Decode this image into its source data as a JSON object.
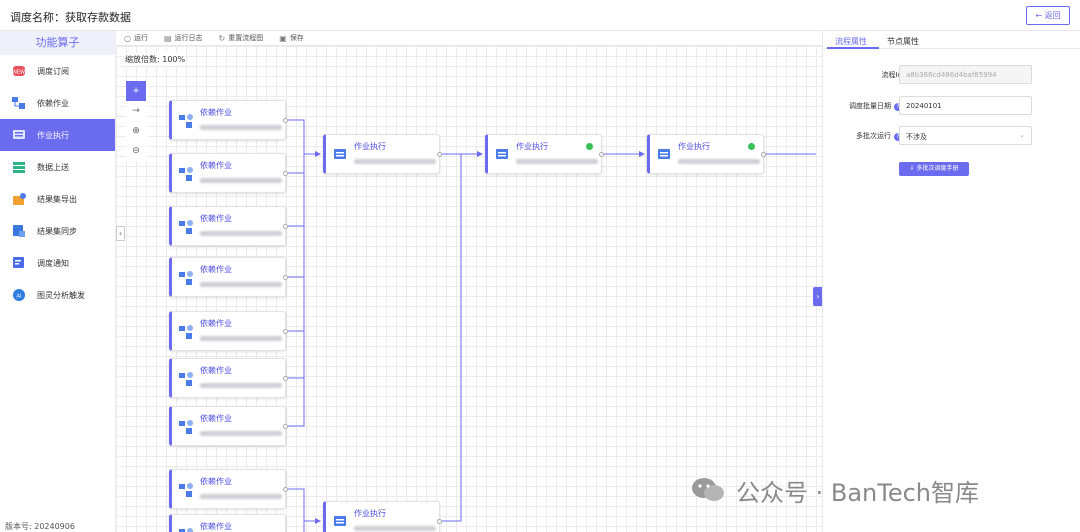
{
  "header": {
    "title": "调度名称：获取存款数据",
    "back_label": "← 返回"
  },
  "sidebar": {
    "heading": "功能算子",
    "items": [
      {
        "label": "调度订阅",
        "icon": "subscribe-icon",
        "color": "#e8505b"
      },
      {
        "label": "依赖作业",
        "icon": "dependency-icon",
        "color": "#4a7be8"
      },
      {
        "label": "作业执行",
        "icon": "job-run-icon",
        "color": "#4a7be8",
        "active": true
      },
      {
        "label": "数据上送",
        "icon": "data-upload-icon",
        "color": "#2fb38a"
      },
      {
        "label": "结果集导出",
        "icon": "export-icon",
        "color": "#f0a030"
      },
      {
        "label": "结果集同步",
        "icon": "sync-icon",
        "color": "#3a78e0"
      },
      {
        "label": "调度通知",
        "icon": "notify-icon",
        "color": "#4a6be8"
      },
      {
        "label": "图灵分析触发",
        "icon": "robot-icon",
        "color": "#2f7de0"
      }
    ],
    "version": "版本号: 20240906"
  },
  "toolbar": {
    "run": "运行",
    "log": "运行日志",
    "reset": "重置流程图",
    "save": "保存"
  },
  "canvas": {
    "zoom_label": "缩放倍数: 100%",
    "tools": [
      "+",
      "→",
      "⊕",
      "⊖"
    ]
  },
  "nodes": {
    "dep_title": "依赖作业",
    "run_title": "作业执行"
  },
  "right_panel": {
    "tabs": [
      "流程属性",
      "节点属性"
    ],
    "fields": {
      "flow_id_label": "流程Id",
      "flow_id_value": "a8b366cd486d4baf85994",
      "batch_date_label": "调度批量日期",
      "batch_date_value": "20240101",
      "multi_run_label": "多批次运行",
      "multi_run_value": "不涉及"
    },
    "manual_button": "⇩ 多批次调度手册"
  },
  "watermark": "公众号 · BanTech智库",
  "colors": {
    "accent": "#6b6bf0",
    "success": "#37c05a"
  }
}
